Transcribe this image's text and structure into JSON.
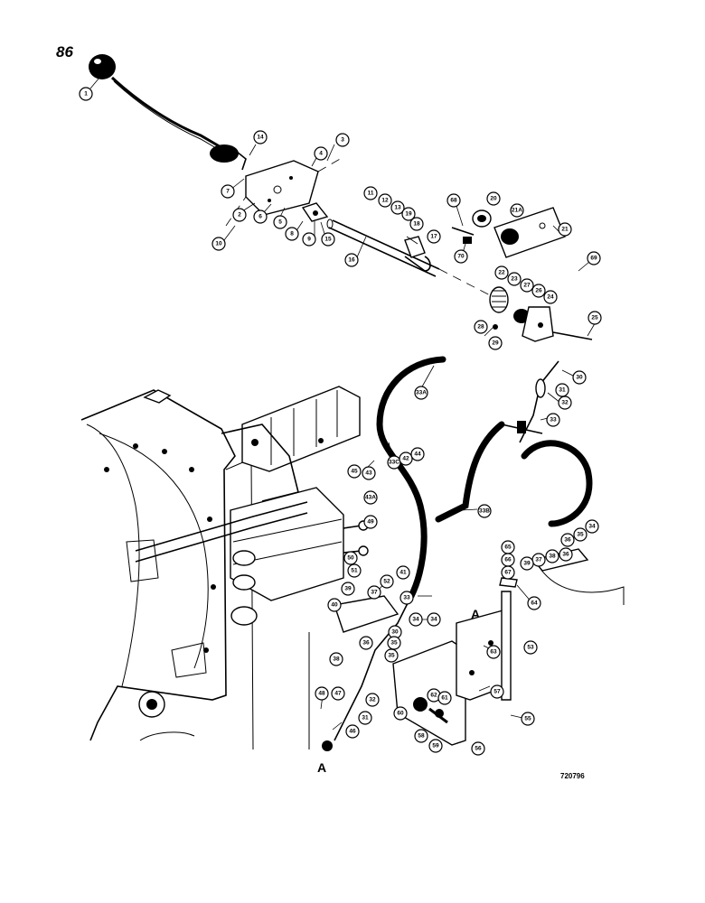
{
  "figure_number": "86",
  "reference_number": "720796",
  "view_labels": [
    "A",
    "A"
  ],
  "callouts": [
    "1",
    "14",
    "3",
    "4",
    "7",
    "2",
    "6",
    "5",
    "8",
    "9",
    "15",
    "10",
    "11",
    "12",
    "13",
    "19",
    "18",
    "17",
    "16",
    "68",
    "20",
    "21A",
    "21",
    "69",
    "70",
    "22",
    "23",
    "27",
    "26",
    "24",
    "25",
    "28",
    "29",
    "30",
    "31",
    "32",
    "33",
    "33A",
    "33B",
    "33C",
    "42",
    "44",
    "45",
    "43",
    "43A",
    "49",
    "50",
    "51",
    "52",
    "41",
    "40",
    "39",
    "37",
    "38",
    "36",
    "35",
    "34",
    "65",
    "66",
    "67",
    "64",
    "53",
    "63",
    "47",
    "46",
    "48",
    "32",
    "31",
    "30",
    "35",
    "33",
    "34",
    "62",
    "60",
    "61",
    "57",
    "58",
    "59",
    "56",
    "55",
    "37",
    "39",
    "36",
    "35",
    "34",
    "38",
    "36"
  ]
}
